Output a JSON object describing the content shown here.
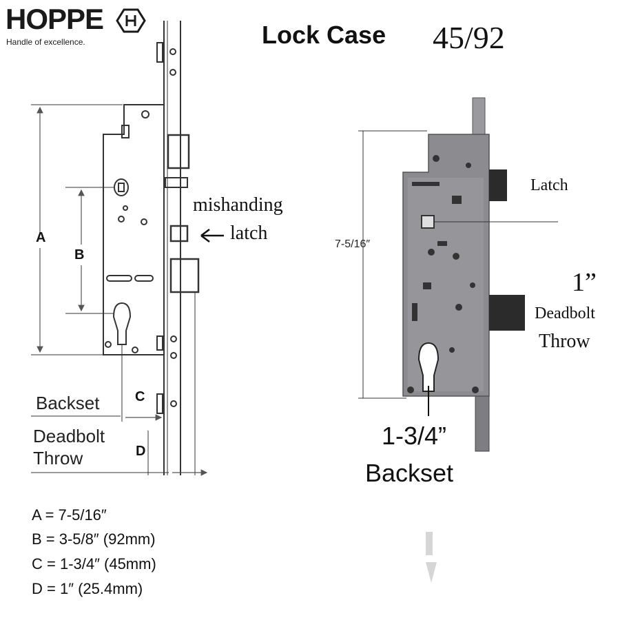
{
  "brand": {
    "name": "HOPPE",
    "tagline": "Handle of excellence.",
    "logo_icon": "hexagon-h-logo-icon"
  },
  "title": {
    "text": "Lock Case",
    "model": "45/92"
  },
  "diagram_labels": {
    "a": "A",
    "b": "B",
    "c": "C",
    "d": "D",
    "mishanding_line1": "mishanding",
    "mishanding_line2": "latch",
    "backset": "Backset",
    "deadbolt_line1": "Deadbolt",
    "deadbolt_line2": "Throw"
  },
  "dimensions": [
    "A = 7-5/16″",
    "B = 3-5/8″ (92mm)",
    "C = 1-3/4″ (45mm)",
    "D = 1″ (25.4mm)"
  ],
  "photo_labels": {
    "height": "7-5/16″",
    "latch": "Latch",
    "deadbolt_size": "1”",
    "deadbolt_line1": "Deadbolt",
    "deadbolt_line2": "Throw",
    "backset_size": "1-3/4”",
    "backset": "Backset"
  },
  "colors": {
    "line": "#333333",
    "lock_body": "#8c8c90",
    "lock_dark": "#2b2b2b"
  }
}
